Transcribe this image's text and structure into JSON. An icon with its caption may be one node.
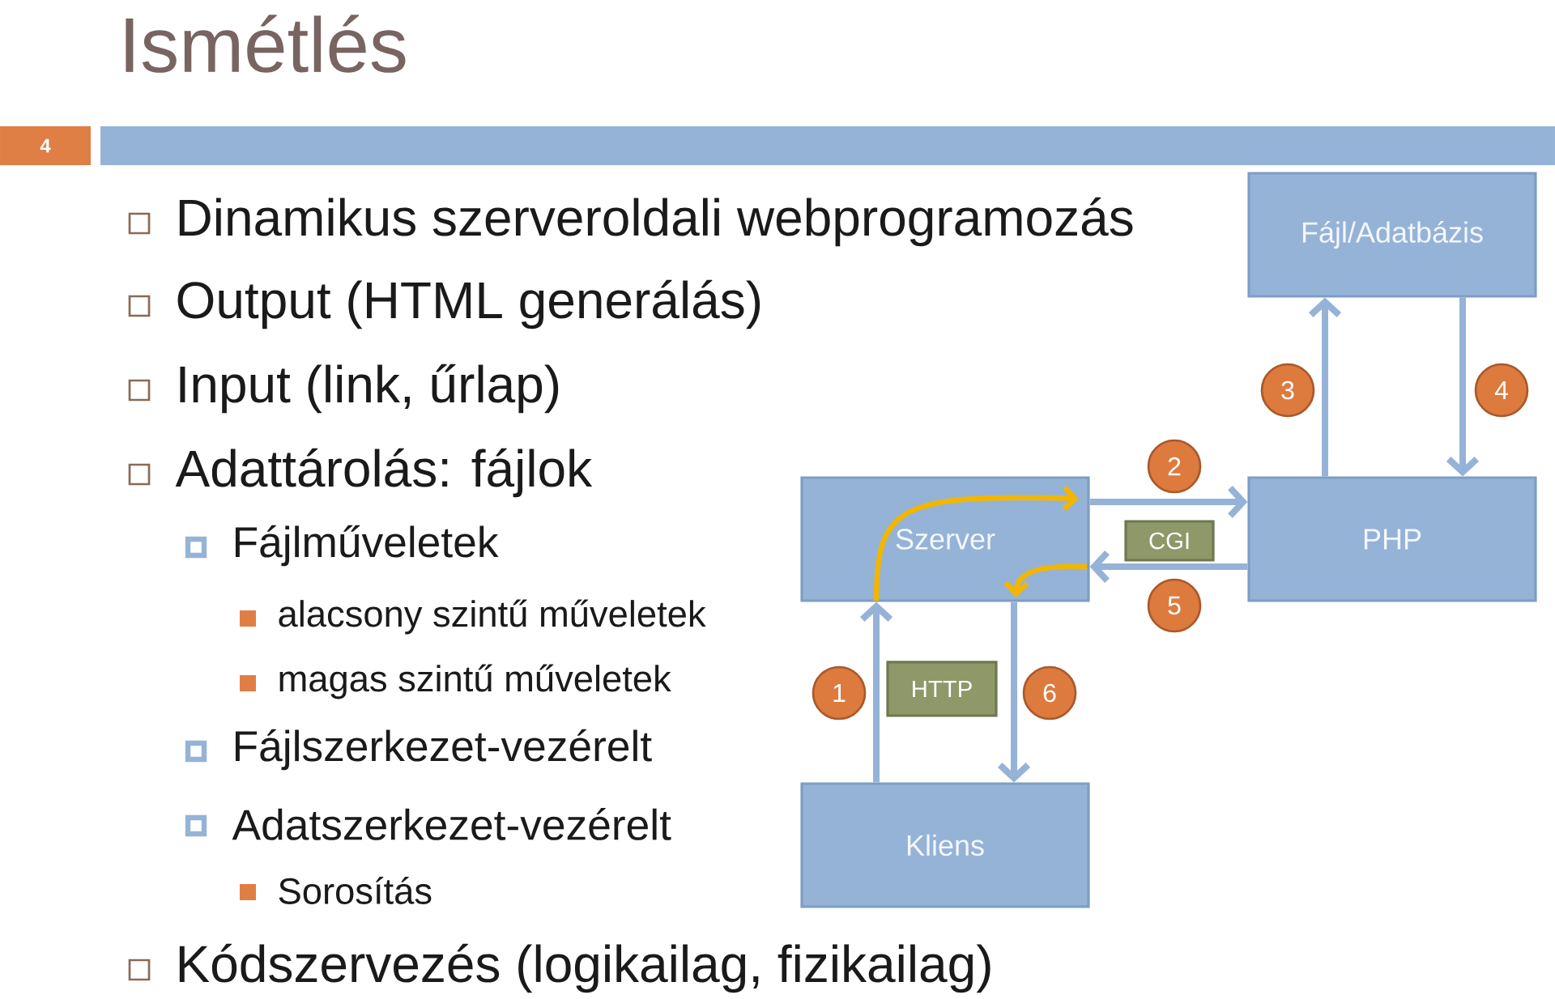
{
  "diagram": {
    "title": "Ismétlés",
    "nodes": [
      {
        "text": [
          "4"
        ]
      },
      {
        "text": [
          "Fájl/Adatbázis"
        ]
      },
      {
        "text": [
          "3"
        ]
      },
      {
        "text": [
          "4"
        ]
      },
      {
        "text": [
          "2"
        ]
      },
      {
        "text": [
          "Szerver"
        ]
      },
      {
        "text": [
          "CGI"
        ]
      },
      {
        "text": [
          "PHP"
        ]
      },
      {
        "text": [
          "5"
        ]
      },
      {
        "text": [
          "1"
        ]
      },
      {
        "text": [
          "HTTP"
        ]
      },
      {
        "text": [
          "6"
        ]
      },
      {
        "text": [
          "Kliens"
        ]
      }
    ],
    "edges": [
      {
        "from": 12,
        "to": 5,
        "arrow": "to"
      },
      {
        "from": 5,
        "to": 7,
        "arrow": "to"
      },
      {
        "from": 7,
        "to": 1,
        "arrow": "to"
      },
      {
        "from": 1,
        "to": 7,
        "arrow": "to"
      },
      {
        "from": 7,
        "to": 5,
        "arrow": "to"
      },
      {
        "from": 5,
        "to": 12,
        "arrow": "to"
      }
    ],
    "labels": [
      "Dinamikus szerveroldali webprogramozás",
      "Output (HTML generálás)",
      "Input (link, űrlap)",
      "Adattárolás: fájlok",
      "Fájlműveletek",
      "alacsony szintű műveletek",
      "magas szintű műveletek",
      "Fájlszerkezet-vezérelt",
      "Adatszerkezet-vezérelt",
      "Sorosítás",
      "Kódszervezés (logikailag, fizikailag)"
    ]
  }
}
